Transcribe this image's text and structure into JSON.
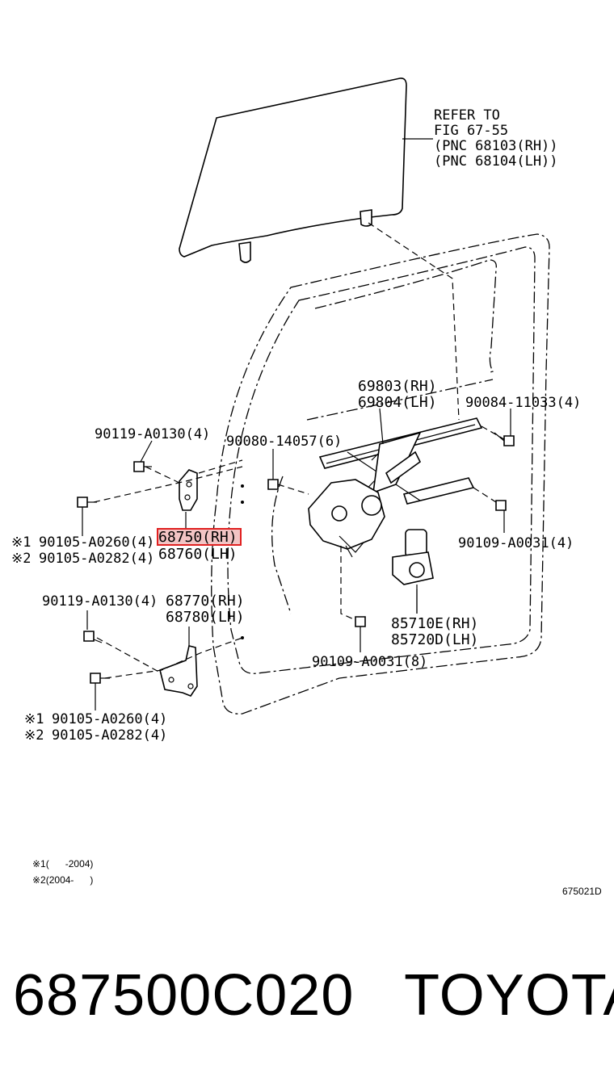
{
  "refer": {
    "line1": "REFER TO",
    "line2": "FIG 67-55",
    "line3": "(PNC 68103(RH))",
    "line4": "(PNC 68104(LH))"
  },
  "labels": {
    "p69803": "69803(RH)",
    "p69804": "69804(LH)",
    "p90084": "90084-11033(4)",
    "p90119_top": "90119-A0130(4)",
    "p90080": "90080-14057(6)",
    "mark1_top": "※1",
    "p90105a_top": "90105-A0260(4)",
    "mark2_top": "※2",
    "p90105b_top": "90105-A0282(4)",
    "p68750": "68750(RH)",
    "p68760": "68760(LH)",
    "p90109_right": "90109-A0031(4)",
    "p90119_bottom": "90119-A0130(4)",
    "p68770": "68770(RH)",
    "p68780": "68780(LH)",
    "p85710": "85710E(RH)",
    "p85720": "85720D(LH)",
    "p90109_bottom": "90109-A0031(8)",
    "mark1_bottom": "※1",
    "p90105a_bottom": "90105-A0260(4)",
    "mark2_bottom": "※2",
    "p90105b_bottom": "90105-A0282(4)"
  },
  "notes": {
    "note1": "※1(      -2004)",
    "note2": "※2(2004-      )",
    "figure_code": "675021D"
  },
  "footer": {
    "part_number": "687500C020",
    "brand": "TOYOTA"
  },
  "colors": {
    "highlight": "#e02020",
    "highlight_fill": "#f2c4c4",
    "ink": "#000000"
  }
}
